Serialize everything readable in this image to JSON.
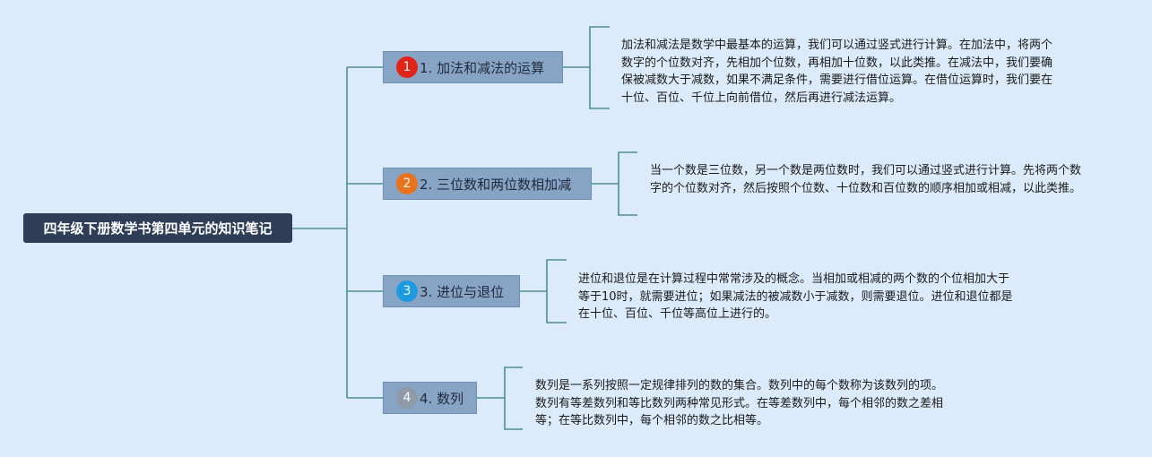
{
  "root": {
    "title": "四年级下册数学书第四单元的知识笔记"
  },
  "branches": [
    {
      "number": "1",
      "label": "1. 加法和减法的运算",
      "badge_color": "#e2231a",
      "note": "加法和减法是数学中最基本的运算，我们可以通过竖式进行计算。在加法中，将两个数字的个位数对齐，先相加个位数，再相加十位数，以此类推。在减法中，我们要确保被减数大于减数，如果不满足条件，需要进行借位运算。在借位运算时，我们要在十位、百位、千位上向前借位，然后再进行减法运算。"
    },
    {
      "number": "2",
      "label": "2. 三位数和两位数相加减",
      "badge_color": "#e8731f",
      "note": "当一个数是三位数，另一个数是两位数时，我们可以通过竖式进行计算。先将两个数字的个位数对齐，然后按照个位数、十位数和百位数的顺序相加或相减，以此类推。"
    },
    {
      "number": "3",
      "label": "3. 进位与退位",
      "badge_color": "#1e9be0",
      "note": "进位和退位是在计算过程中常常涉及的概念。当相加或相减的两个数的个位相加大于等于10时，就需要进位；如果减法的被减数小于减数，则需要退位。进位和退位都是在十位、百位、千位等高位上进行的。"
    },
    {
      "number": "4",
      "label": "4. 数列",
      "badge_color": "#8f9aa8",
      "note": "数列是一系列按照一定规律排列的数的集合。数列中的每个数称为该数列的项。数列有等差数列和等比数列两种常见形式。在等差数列中，每个相邻的数之差相等；在等比数列中，每个相邻的数之比相等。"
    }
  ],
  "colors": {
    "background": "#dcebfb",
    "root_fill": "#2e3e57",
    "branch_fill": "#88a4c5",
    "connector": "#4f8f8c"
  }
}
